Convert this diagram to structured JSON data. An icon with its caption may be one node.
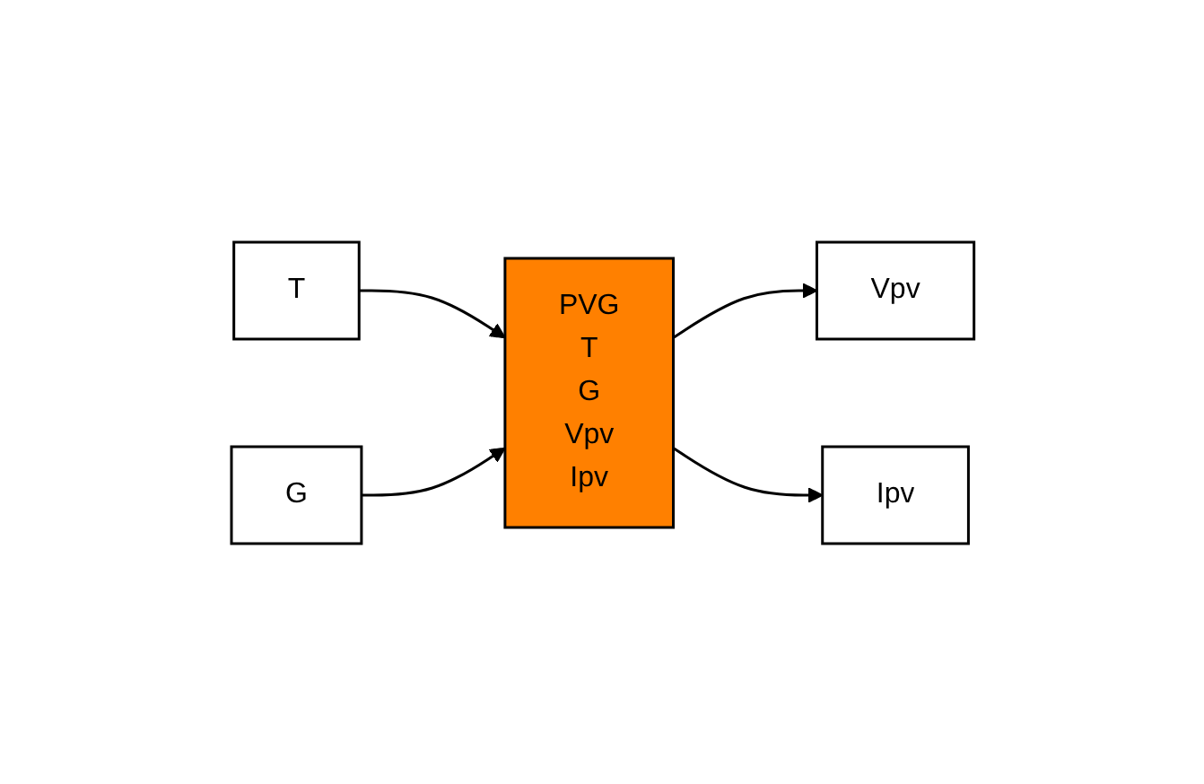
{
  "diagram": {
    "nodes": [
      {
        "text": [
          "T"
        ]
      },
      {
        "text": [
          "G"
        ]
      },
      {
        "text": [
          "PVG",
          "T",
          "G",
          "Vpv",
          "Ipv"
        ]
      },
      {
        "text": [
          "Vpv"
        ]
      },
      {
        "text": [
          "Ipv"
        ]
      }
    ],
    "edges": [
      {
        "from": 0,
        "to": 2,
        "arrow": "to"
      },
      {
        "from": 1,
        "to": 2,
        "arrow": "to"
      },
      {
        "from": 2,
        "to": 3,
        "arrow": "to"
      },
      {
        "from": 2,
        "to": 4,
        "arrow": "to"
      }
    ]
  }
}
